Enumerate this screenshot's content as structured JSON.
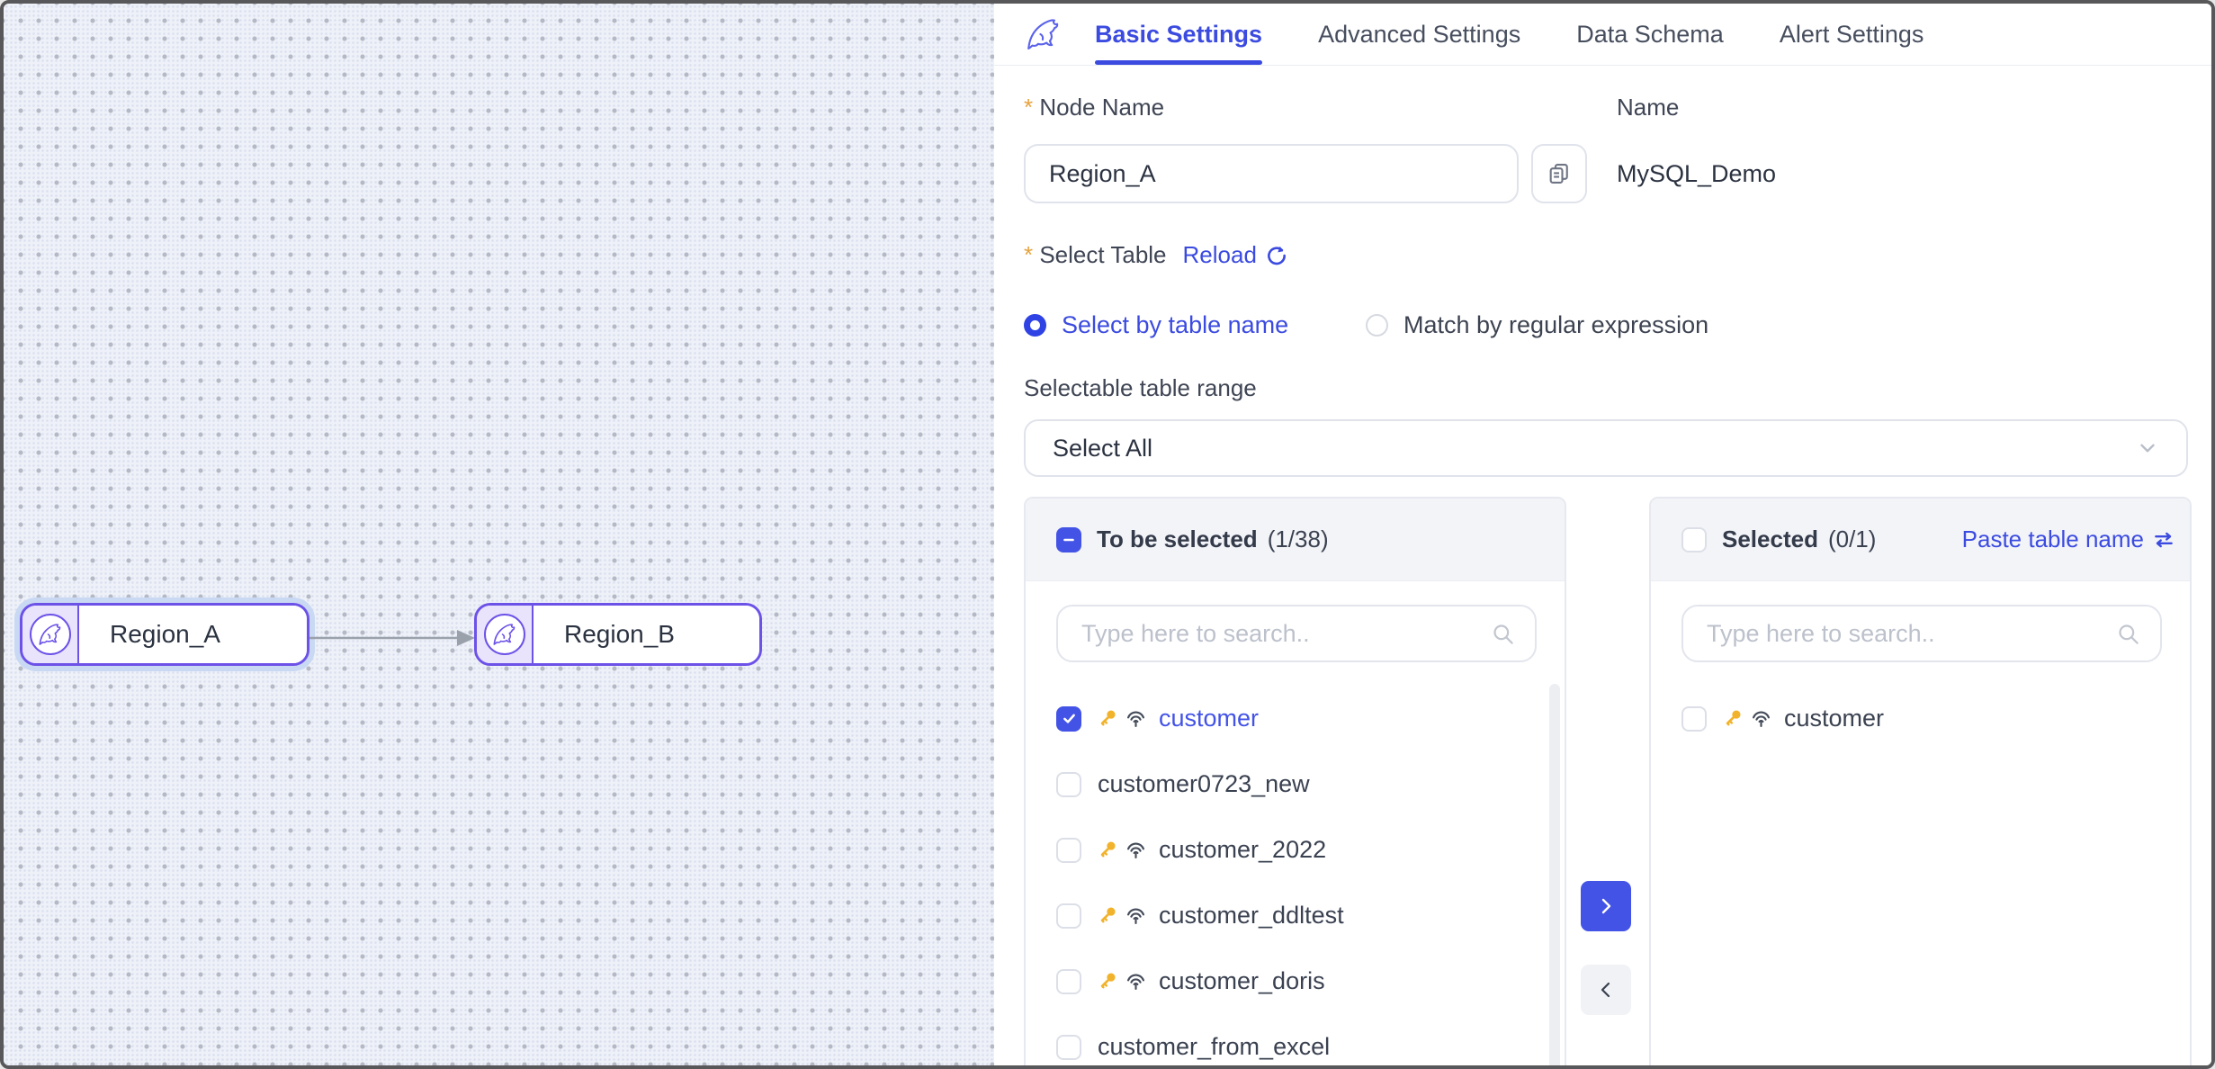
{
  "colors": {
    "primary": "#4353e6",
    "link_blue": "#3b4be0",
    "node_border": "#6d52e8",
    "key_icon": "#f2b32c",
    "canvas_bg": "#eef1f8"
  },
  "canvas": {
    "nodes": [
      {
        "label": "Region_A",
        "selected": true
      },
      {
        "label": "Region_B",
        "selected": false
      }
    ],
    "edge": {
      "from": "Region_A",
      "to": "Region_B"
    }
  },
  "tabs": {
    "items": [
      {
        "label": "Basic Settings",
        "active": true
      },
      {
        "label": "Advanced Settings",
        "active": false
      },
      {
        "label": "Data Schema",
        "active": false
      },
      {
        "label": "Alert Settings",
        "active": false
      }
    ]
  },
  "form": {
    "node_name_label": "Node Name",
    "node_name_value": "Region_A",
    "name_label": "Name",
    "name_value": "MySQL_Demo",
    "select_table_label": "Select Table",
    "reload_label": "Reload",
    "radio_by_name_label": "Select by table name",
    "radio_by_regex_label": "Match by regular expression",
    "range_label": "Selectable table range",
    "range_value": "Select All"
  },
  "transfer": {
    "left": {
      "title": "To be selected",
      "count": "(1/38)",
      "search_placeholder": "Type here to search..",
      "items": [
        {
          "name": "customer",
          "checked": true,
          "has_icons": true
        },
        {
          "name": "customer0723_new",
          "checked": false,
          "has_icons": false
        },
        {
          "name": "customer_2022",
          "checked": false,
          "has_icons": true
        },
        {
          "name": "customer_ddltest",
          "checked": false,
          "has_icons": true
        },
        {
          "name": "customer_doris",
          "checked": false,
          "has_icons": true
        },
        {
          "name": "customer_from_excel",
          "checked": false,
          "has_icons": false
        }
      ]
    },
    "right": {
      "title": "Selected",
      "count": "(0/1)",
      "paste_label": "Paste table name",
      "search_placeholder": "Type here to search..",
      "items": [
        {
          "name": "customer",
          "checked": false,
          "has_icons": true
        }
      ]
    }
  }
}
